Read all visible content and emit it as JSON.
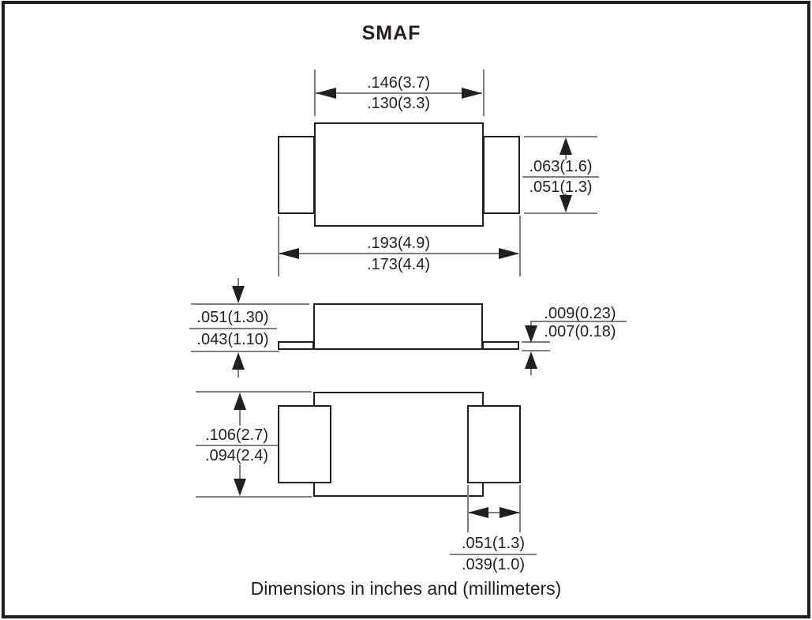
{
  "title": "SMAF",
  "caption": "Dimensions in inches and (millimeters)",
  "colors": {
    "ink": "#231f20",
    "dim_line": "#7d7f82",
    "background": "#ffffff"
  },
  "dimensions": {
    "body_width_top": {
      "max": ".146(3.7)",
      "min": ".130(3.3)"
    },
    "overall_length": {
      "max": ".193(4.9)",
      "min": ".173(4.4)"
    },
    "terminal_width": {
      "max": ".063(1.6)",
      "min": ".051(1.3)"
    },
    "profile_height": {
      "max": ".051(1.30)",
      "min": ".043(1.10)"
    },
    "lead_thickness": {
      "max": ".009(0.23)",
      "min": ".007(0.18)"
    },
    "body_width_bottom": {
      "max": ".106(2.7)",
      "min": ".094(2.4)"
    },
    "terminal_pad_length": {
      "max": ".051(1.3)",
      "min": ".039(1.0)"
    }
  }
}
